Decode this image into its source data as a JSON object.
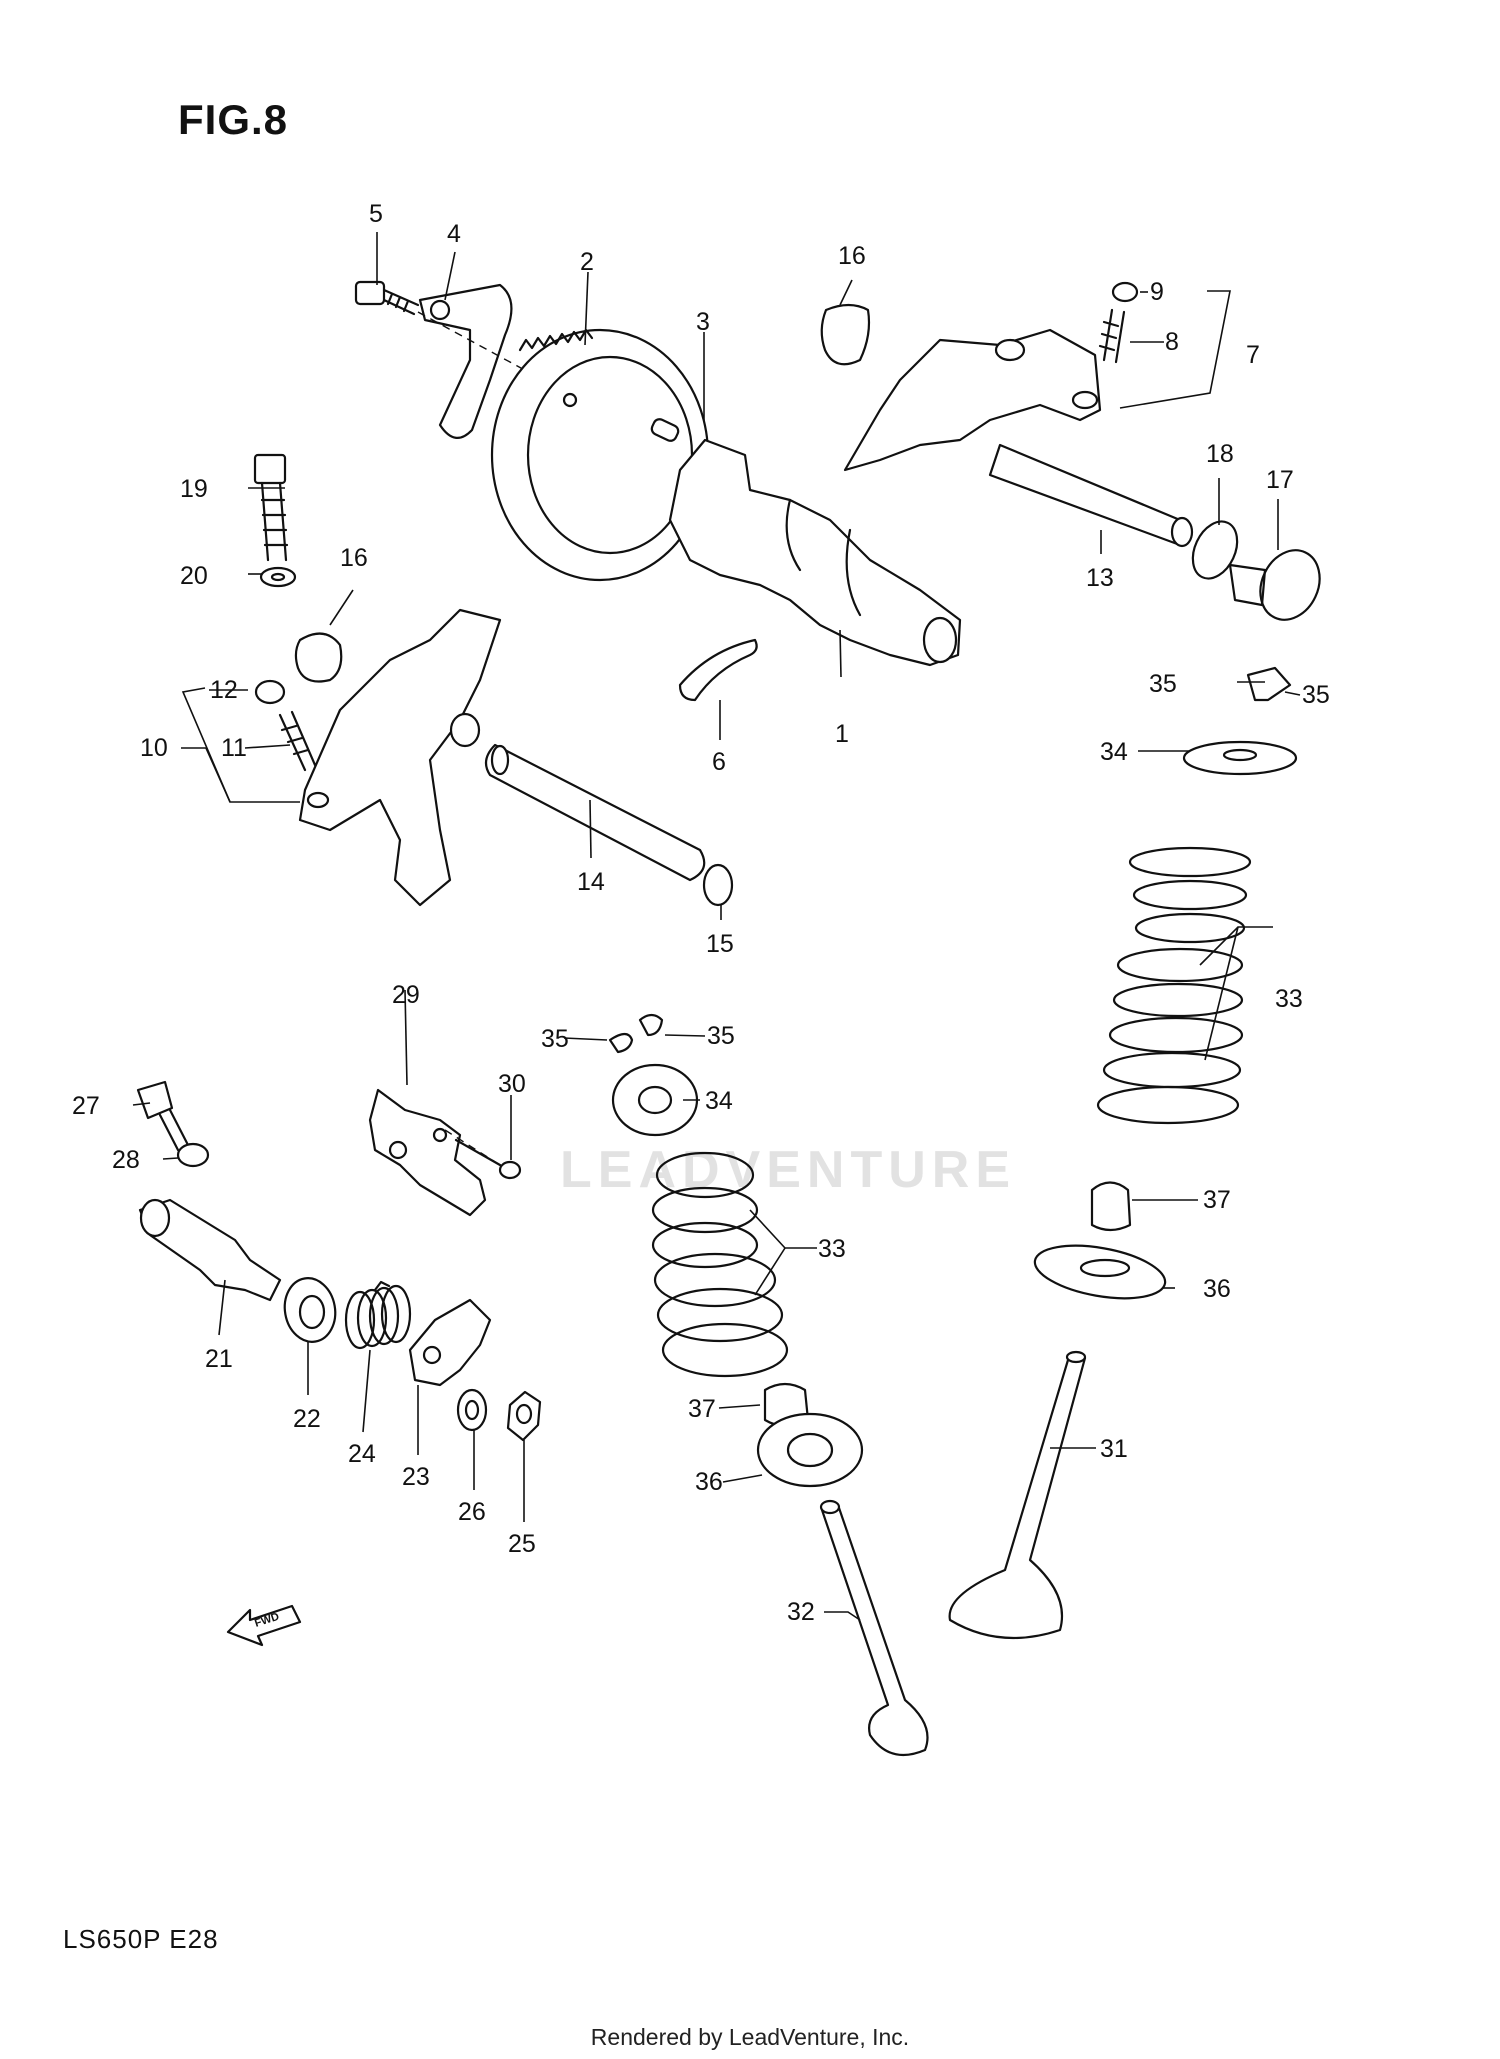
{
  "figure_title": "FIG.8",
  "model_code": "LS650P  E28",
  "footer": "Rendered by LeadVenture, Inc.",
  "watermark": "LEADVENTURE",
  "fwd_label": "FWD",
  "callouts": [
    "1",
    "2",
    "3",
    "4",
    "5",
    "6",
    "7",
    "8",
    "9",
    "10",
    "11",
    "12",
    "13",
    "14",
    "15",
    "16",
    "16",
    "17",
    "18",
    "19",
    "20",
    "21",
    "22",
    "23",
    "24",
    "25",
    "26",
    "27",
    "28",
    "29",
    "30",
    "31",
    "32",
    "33",
    "33",
    "34",
    "34",
    "35",
    "35",
    "35",
    "35",
    "36",
    "36",
    "37",
    "37"
  ]
}
